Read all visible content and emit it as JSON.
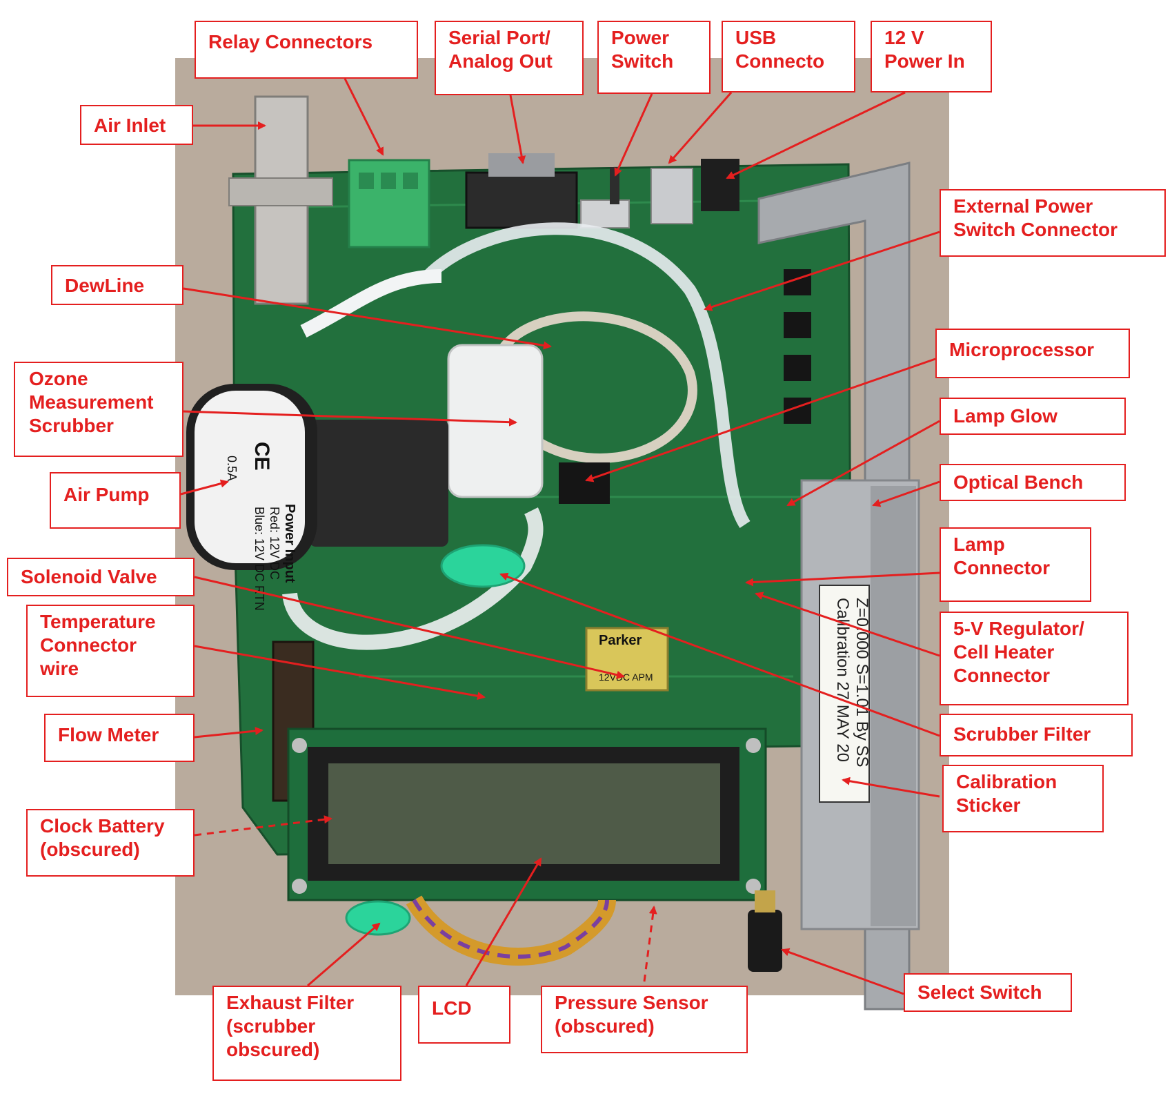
{
  "colors": {
    "label": "#e41f1f",
    "pcb": "#1f6b3a",
    "background": "#b7a99b",
    "lcd_screen": "#4f5b48"
  },
  "labels": {
    "relay_connectors": [
      "Relay Connectors"
    ],
    "serial_port": [
      "Serial Port/",
      "Analog Out"
    ],
    "power_switch": [
      "Power",
      "Switch"
    ],
    "usb_connector": [
      "USB",
      "Connecto"
    ],
    "power_in": [
      "12 V",
      "Power In"
    ],
    "air_inlet": [
      "Air Inlet"
    ],
    "external_power_switch": [
      "External Power",
      "Switch Connector"
    ],
    "dewline": [
      "DewLine"
    ],
    "microprocessor": [
      "Microprocessor"
    ],
    "ozone_scrubber": [
      "Ozone",
      "Measurement",
      "Scrubber"
    ],
    "lamp_glow": [
      "Lamp Glow"
    ],
    "air_pump": [
      "Air Pump"
    ],
    "optical_bench": [
      "Optical Bench"
    ],
    "lamp_connector": [
      "Lamp",
      "Connector"
    ],
    "solenoid_valve": [
      "Solenoid Valve"
    ],
    "temperature_connector": [
      "Temperature",
      "Connector",
      "wire"
    ],
    "regulator": [
      "5-V Regulator/",
      "Cell Heater",
      "Connector"
    ],
    "flow_meter": [
      "Flow Meter"
    ],
    "scrubber_filter": [
      "Scrubber Filter"
    ],
    "calibration_sticker": [
      "Calibration",
      "Sticker"
    ],
    "clock_battery": [
      "Clock Battery",
      "(obscured)"
    ],
    "select_switch": [
      "Select Switch"
    ],
    "exhaust_filter": [
      "Exhaust Filter",
      "(scrubber",
      "obscured)"
    ],
    "lcd": [
      "LCD"
    ],
    "pressure_sensor": [
      "Pressure Sensor",
      "(obscured)"
    ]
  },
  "sticker": {
    "line1": "Calibration 27 MAY 20",
    "line2": "Z=0.000 S=1.01 By SS"
  },
  "pump": {
    "ce": "CE",
    "rating": "0.5A",
    "lines": [
      "Power Input",
      "Red: 12V DC",
      "Blue: 12V DC RTN"
    ]
  },
  "parker": {
    "brand": "Parker",
    "spec": "12VDC APM"
  }
}
